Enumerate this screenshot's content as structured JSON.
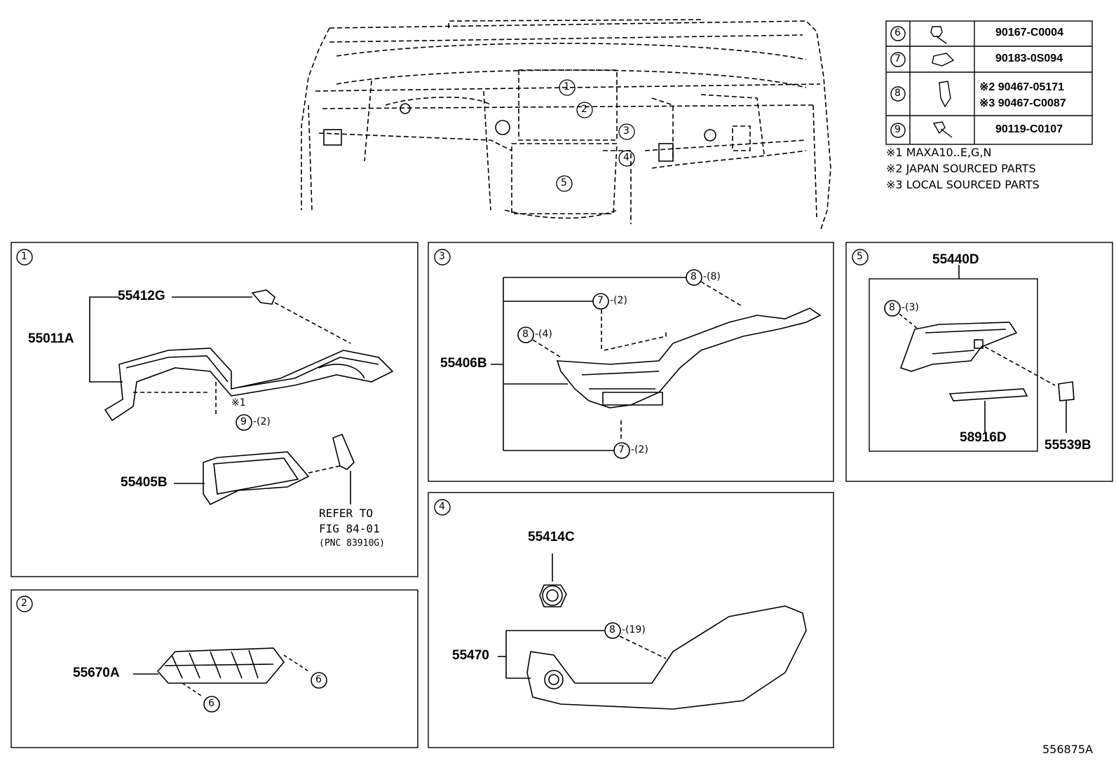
{
  "callouts": {
    "c1": "1",
    "c2": "2",
    "c3": "3",
    "c4": "4",
    "c5": "5",
    "c6": "6",
    "c7": "7",
    "c8": "8",
    "c9": "9"
  },
  "fastener_table": [
    {
      "ref": "6",
      "part": "90167-C0004"
    },
    {
      "ref": "7",
      "part": "90183-0S094"
    },
    {
      "ref": "8",
      "part1": "※2  90467-05171",
      "part2": "※3  90467-C0087"
    },
    {
      "ref": "9",
      "part": "90119-C0107"
    }
  ],
  "notes": [
    "※1 MAXA10..E,G,N",
    "※2 JAPAN SOURCED PARTS",
    "※3 LOCAL SOURCED PARTS"
  ],
  "panel1": {
    "id": "1",
    "p_55412G": "55412G",
    "p_55011A": "55011A",
    "p_55405B": "55405B",
    "note": "※1",
    "screw_ref": "9",
    "screw_qty": "-(2)",
    "refer1": "REFER TO",
    "refer2": "FIG 84-01",
    "refer3": "(PNC 83910G)"
  },
  "panel2": {
    "id": "2",
    "p_55670A": "55670A",
    "clip_a": "6",
    "clip_b": "6"
  },
  "panel3": {
    "id": "3",
    "p_55406B": "55406B",
    "c8a": "8",
    "c8a_qty": "-(8)",
    "c7a": "7",
    "c7a_qty": "-(2)",
    "c8b": "8",
    "c8b_qty": "-(4)",
    "c7b": "7",
    "c7b_qty": "-(2)"
  },
  "panel4": {
    "id": "4",
    "p_55414C": "55414C",
    "p_55470": "55470",
    "c8": "8",
    "c8_qty": "-(19)"
  },
  "panel5": {
    "id": "5",
    "p_55440D": "55440D",
    "c8": "8",
    "c8_qty": "-(3)",
    "p_58916D": "58916D",
    "p_55539B": "55539B"
  },
  "figure_id": "556875A"
}
